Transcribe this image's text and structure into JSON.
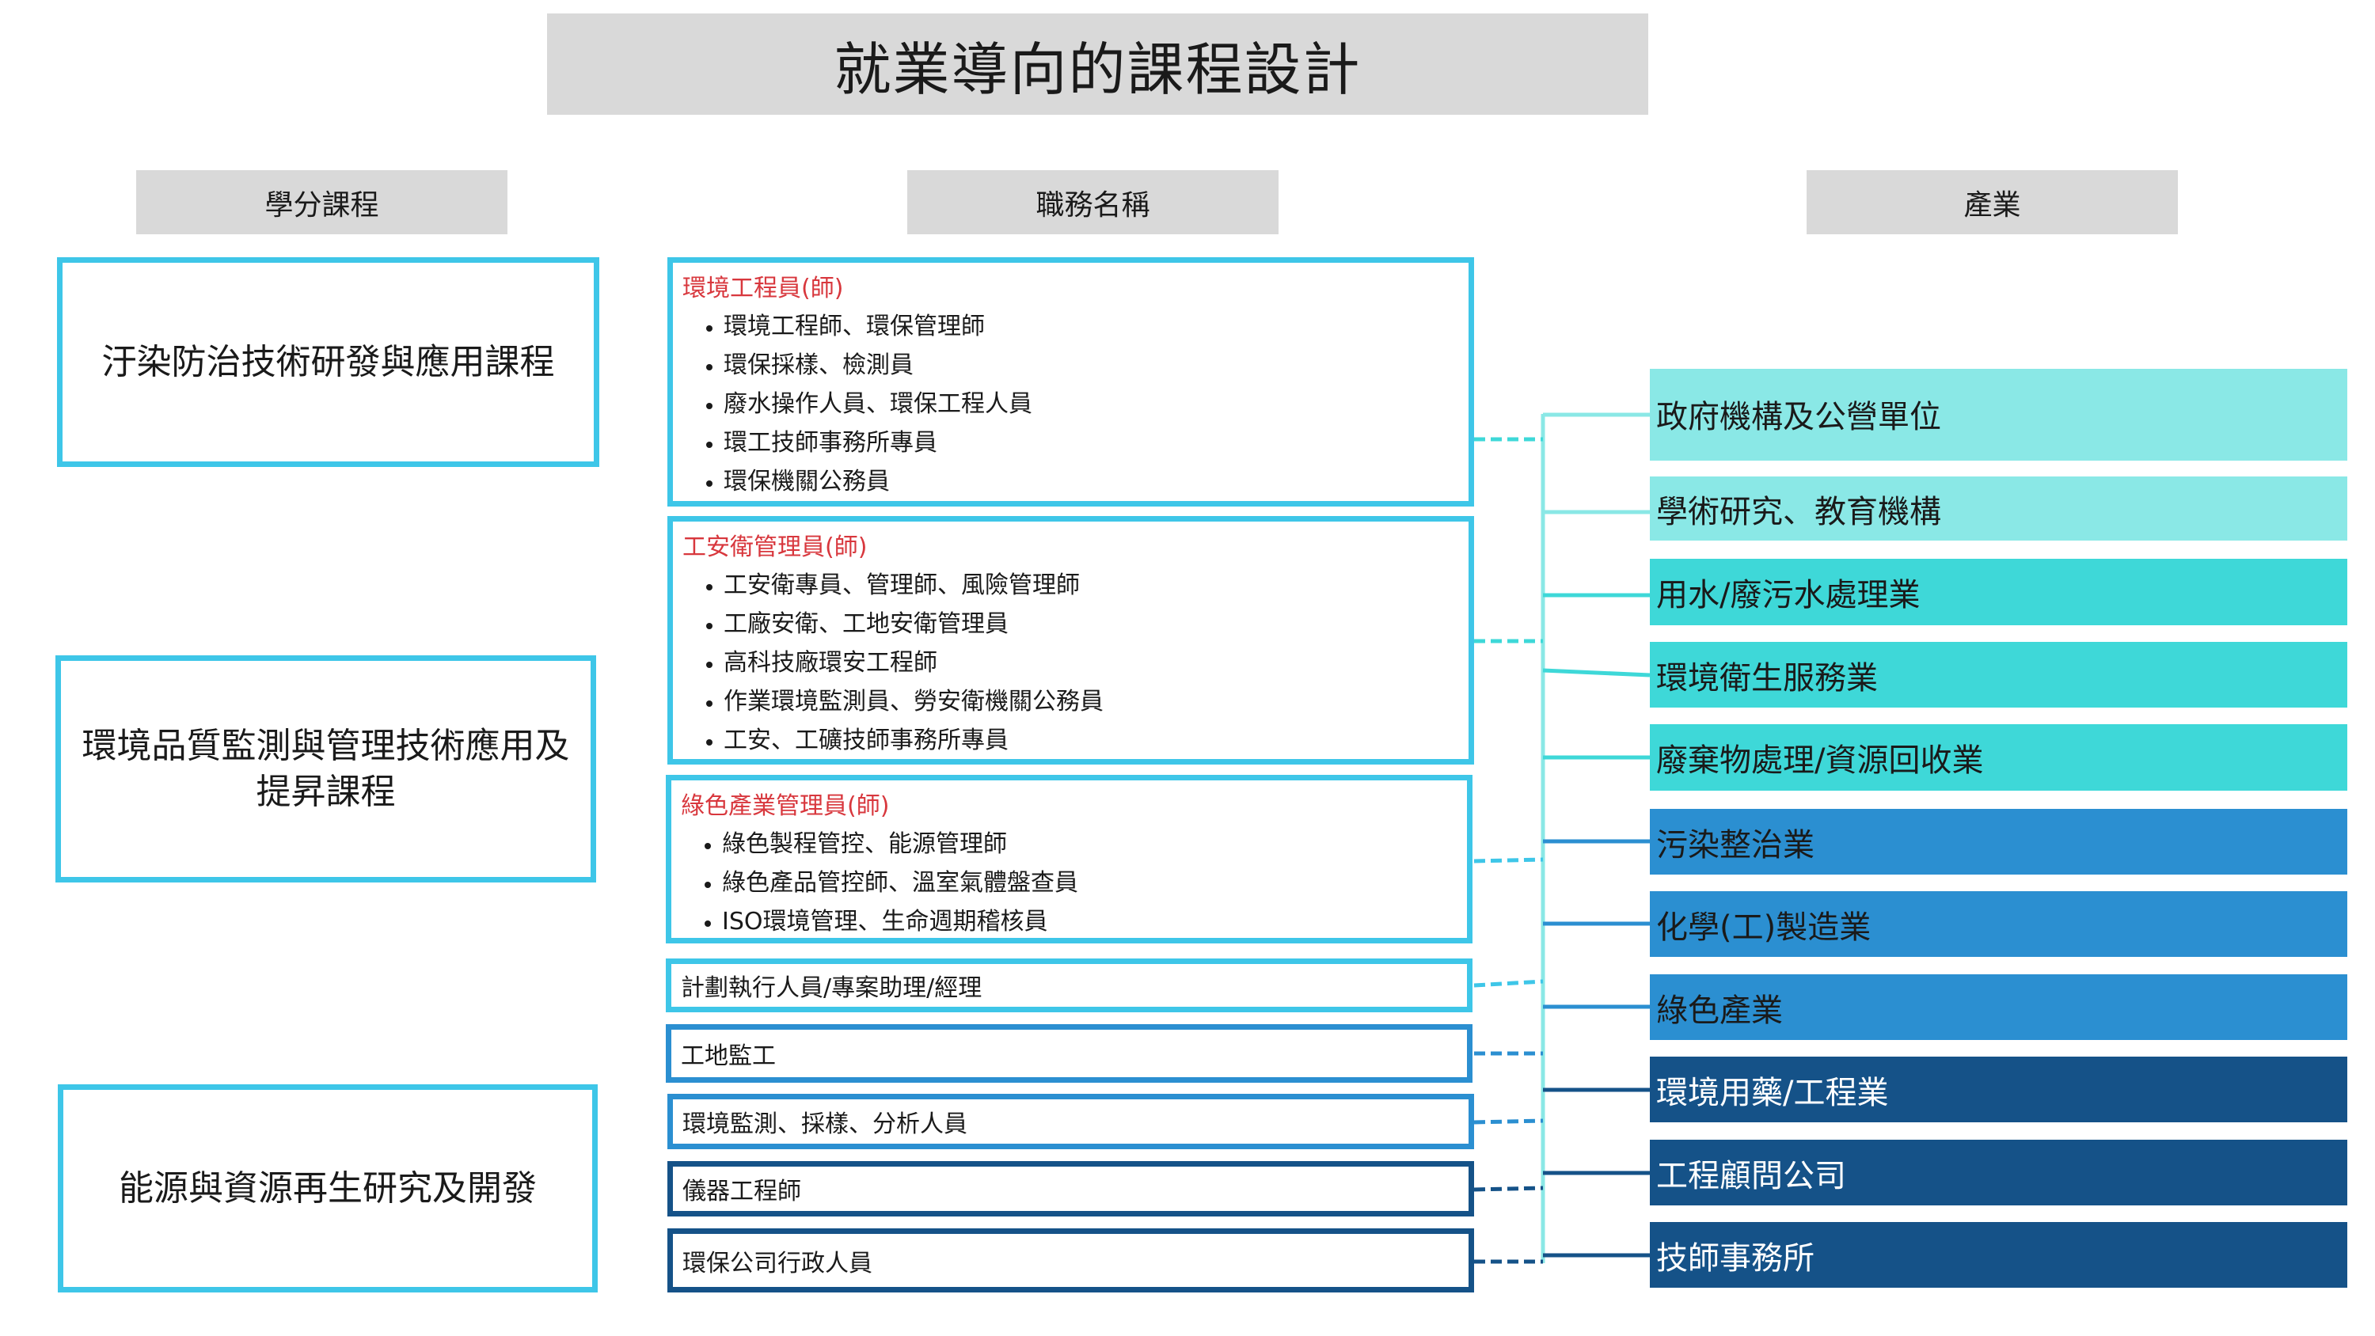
{
  "title": "就業導向的課程設計",
  "headers": {
    "courses": "學分課程",
    "jobs": "職務名稱",
    "industries": "產業"
  },
  "courses": [
    {
      "label": "汙染防治技術研發與應用課程"
    },
    {
      "label": "環境品質監測與管理技術應用及提昇課程"
    },
    {
      "label": "能源與資源再生研究及開發"
    }
  ],
  "jobs": [
    {
      "title": "環境工程員(師)",
      "items": [
        "環境工程師、環保管理師",
        "環保採樣、檢測員",
        "廢水操作人員、環保工程人員",
        "環工技師事務所專員",
        "環保機關公務員"
      ],
      "border_color": "#3ec6e8"
    },
    {
      "title": "工安衛管理員(師)",
      "items": [
        "工安衛專員、管理師、風險管理師",
        "工廠安衛、工地安衛管理員",
        "高科技廠環安工程師",
        "作業環境監測員、勞安衛機關公務員",
        "工安、工礦技師事務所專員"
      ],
      "border_color": "#3ec6e8"
    },
    {
      "title": "綠色產業管理員(師)",
      "items": [
        "綠色製程管控、能源管理師",
        "綠色產品管控師、溫室氣體盤查員",
        "ISO環境管理、生命週期稽核員"
      ],
      "border_color": "#3ec6e8"
    },
    {
      "label": "計劃執行人員/專案助理/經理",
      "border_color": "#3ec6e8"
    },
    {
      "label": "工地監工",
      "border_color": "#2b8fd1"
    },
    {
      "label": "環境監測、採樣、分析人員",
      "border_color": "#2b8fd1"
    },
    {
      "label": "儀器工程師",
      "border_color": "#155288"
    },
    {
      "label": "環保公司行政人員",
      "border_color": "#155288"
    }
  ],
  "industries": [
    {
      "label": "政府機構及公營單位",
      "color": "#8ae8e6",
      "text_color": "#1a1a1a"
    },
    {
      "label": "學術研究、教育機構",
      "color": "#8ae8e6",
      "text_color": "#1a1a1a"
    },
    {
      "label": "用水/廢污水處理業",
      "color": "#3ed8d8",
      "text_color": "#1a1a1a"
    },
    {
      "label": "環境衛生服務業",
      "color": "#3ed8d8",
      "text_color": "#1a1a1a"
    },
    {
      "label": "廢棄物處理/資源回收業",
      "color": "#3ed8d8",
      "text_color": "#1a1a1a"
    },
    {
      "label": "污染整治業",
      "color": "#2b8fd1",
      "text_color": "#1a1a1a"
    },
    {
      "label": "化學(工)製造業",
      "color": "#2b8fd1",
      "text_color": "#1a1a1a"
    },
    {
      "label": "綠色產業",
      "color": "#2b8fd1",
      "text_color": "#1a1a1a"
    },
    {
      "label": "環境用藥/工程業",
      "color": "#155288",
      "text_color": "#ffffff"
    },
    {
      "label": "工程顧問公司",
      "color": "#155288",
      "text_color": "#ffffff"
    },
    {
      "label": "技師事務所",
      "color": "#155288",
      "text_color": "#ffffff"
    }
  ],
  "colors": {
    "header_bg": "#d9d9d9",
    "course_border": "#3ec6e8",
    "job_title_red": "#d8373d",
    "trunk": "#8ae8e6"
  }
}
